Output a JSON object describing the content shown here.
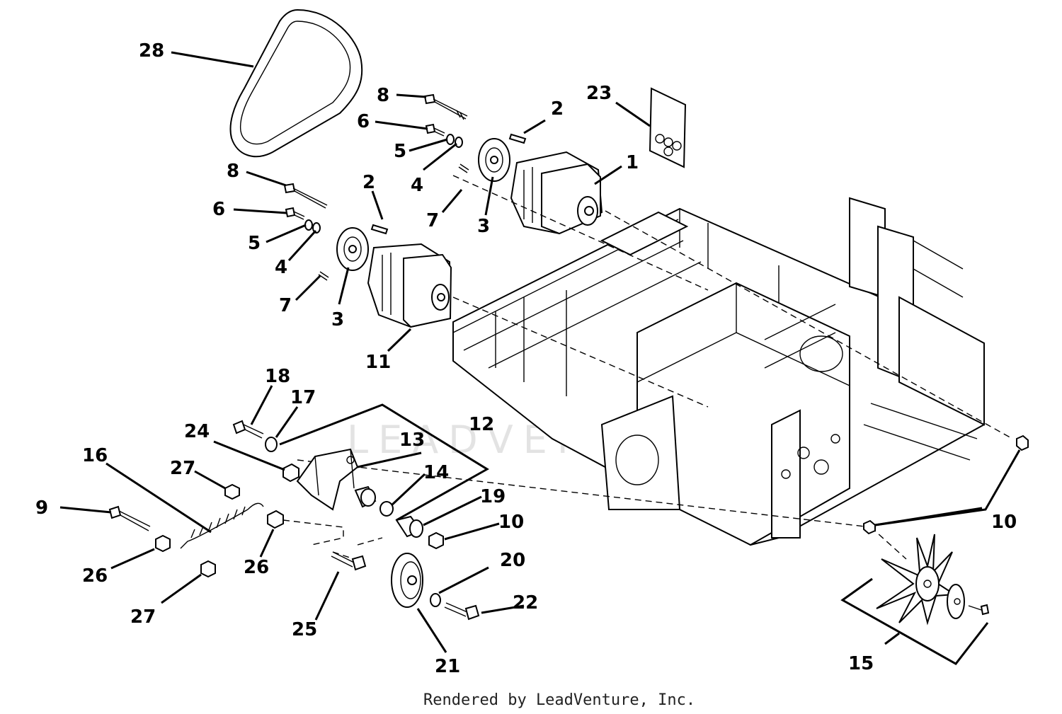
{
  "callouts": [
    "28",
    "8",
    "6",
    "5",
    "4",
    "2",
    "23",
    "1",
    "7",
    "3",
    "8",
    "6",
    "5",
    "4",
    "2",
    "7",
    "3",
    "11",
    "18",
    "17",
    "24",
    "12",
    "13",
    "14",
    "16",
    "27",
    "9",
    "19",
    "10",
    "26",
    "26",
    "10",
    "20",
    "22",
    "25",
    "21",
    "27",
    "15"
  ],
  "credit": "Rendered by LeadVenture, Inc.",
  "watermark": "LEADVENTURE"
}
